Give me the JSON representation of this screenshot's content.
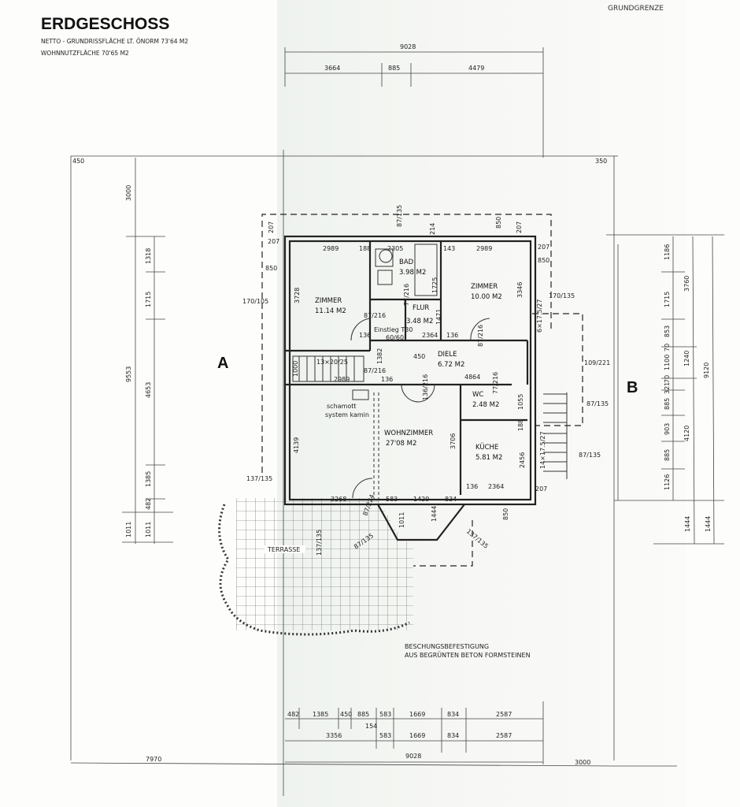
{
  "header": {
    "title": "ERDGESCHOSS",
    "net_area": "NETTO - GRUNDRISSFLÄCHE   LT. ÖNORM  73'64 M2",
    "living_area": "WOHNNUTZFLÄCHE   70'65 M2",
    "corner_note": "GRUNDGRENZE"
  },
  "sections": {
    "a": "A",
    "b": "B"
  },
  "rooms": {
    "zimmer1": {
      "name": "ZIMMER",
      "area": "11.14 M2"
    },
    "bad": {
      "name": "BAD",
      "area": "3.98 M2"
    },
    "zimmer2": {
      "name": "ZIMMER",
      "area": "10.00 M2"
    },
    "flur": {
      "name": "FLUR",
      "area": "3.48 M2"
    },
    "diele": {
      "name": "DIELE",
      "area": "6.72 M2"
    },
    "wc": {
      "name": "WC",
      "area": "2.48 M2"
    },
    "wohnzimmer": {
      "name": "WOHNZIMMER",
      "area": "27'08 M2"
    },
    "kueche": {
      "name": "KÜCHE",
      "area": "5.81 M2"
    },
    "terrasse": {
      "name": "TERRASSE"
    }
  },
  "notes": {
    "kamin1": "schamott",
    "kamin2": "system kamin",
    "einstieg": "Einstieg T30",
    "einstieg_size": "60/60",
    "stairs": "13×20/25",
    "embankment1": "BESCHUNGSBEFESTIGUNG",
    "embankment2": "AUS BEGRÜNTEN BETON FORMSTEINEN"
  },
  "dimensions": {
    "top_total": "9028",
    "top_parts": [
      "3664",
      "885",
      "4479"
    ],
    "corner_tl": "450",
    "corner_tr": "350",
    "corner_bl": "7970",
    "corner_br": "3000",
    "left_outer": [
      "3000",
      "9553",
      "1011"
    ],
    "left_inner": [
      "1318",
      "1715",
      "4653",
      "1385",
      "482",
      "1011"
    ],
    "right_inner": [
      "1186",
      "1715",
      "853",
      "70",
      "1100",
      "70",
      "321",
      "885",
      "903",
      "885",
      "1126"
    ],
    "right_mid": [
      "3760",
      "1240",
      "4120",
      "1444"
    ],
    "right_outer": [
      "9120",
      "1444"
    ],
    "bottom_row1": [
      "482",
      "1385",
      "450",
      "885",
      "583",
      "1669",
      "834",
      "2587"
    ],
    "bottom_row2": [
      "3356",
      "154",
      "583",
      "1669",
      "834",
      "2587"
    ],
    "bottom_total": "9028",
    "interior": {
      "d207a": "207",
      "d207b": "207",
      "d207c": "207",
      "d207d": "207",
      "d207e": "207",
      "z1w": "2989",
      "z1h": "3728",
      "d188": "188",
      "bad_w": "2305",
      "d214": "214",
      "d143": "143",
      "z2w": "2989",
      "z2h": "3346",
      "tub": "1725",
      "d850a": "850",
      "d850b": "850",
      "d850c": "850",
      "d850d": "850",
      "door1": "87/216",
      "door2": "77/216",
      "door3": "87/216",
      "door4": "87/216",
      "door5": "77/216",
      "door6": "136/216",
      "flur_h": "1471",
      "flur_w": "2364",
      "d136a": "136",
      "d136b": "136",
      "d136c": "136",
      "d136d": "136",
      "d1382": "1382",
      "d1000": "1000",
      "stair_w": "2989",
      "diele_w": "4864",
      "d450": "450",
      "win_l": "170/105",
      "win_r": "170/135",
      "stairs_r": "6×17.5/27",
      "wc_h": "1055",
      "d188b": "188",
      "wz_h": "4139",
      "wz_r": "3706",
      "kue_h": "2456",
      "kue_w": "2364",
      "stairs_r2": "14×17.5/27",
      "wz_b": "3268",
      "door_t": "87/224",
      "bay1": "583",
      "bay2": "1429",
      "bay3": "834",
      "bay_d": "1011",
      "bay_h": "1444",
      "win_t1": "137/135",
      "win_t2": "87/135",
      "win_t3": "137/135",
      "win_t4": "137/135",
      "win_e1": "109/221",
      "win_e2": "87/135",
      "win_e3": "87/135",
      "win_top": "87/135"
    }
  }
}
